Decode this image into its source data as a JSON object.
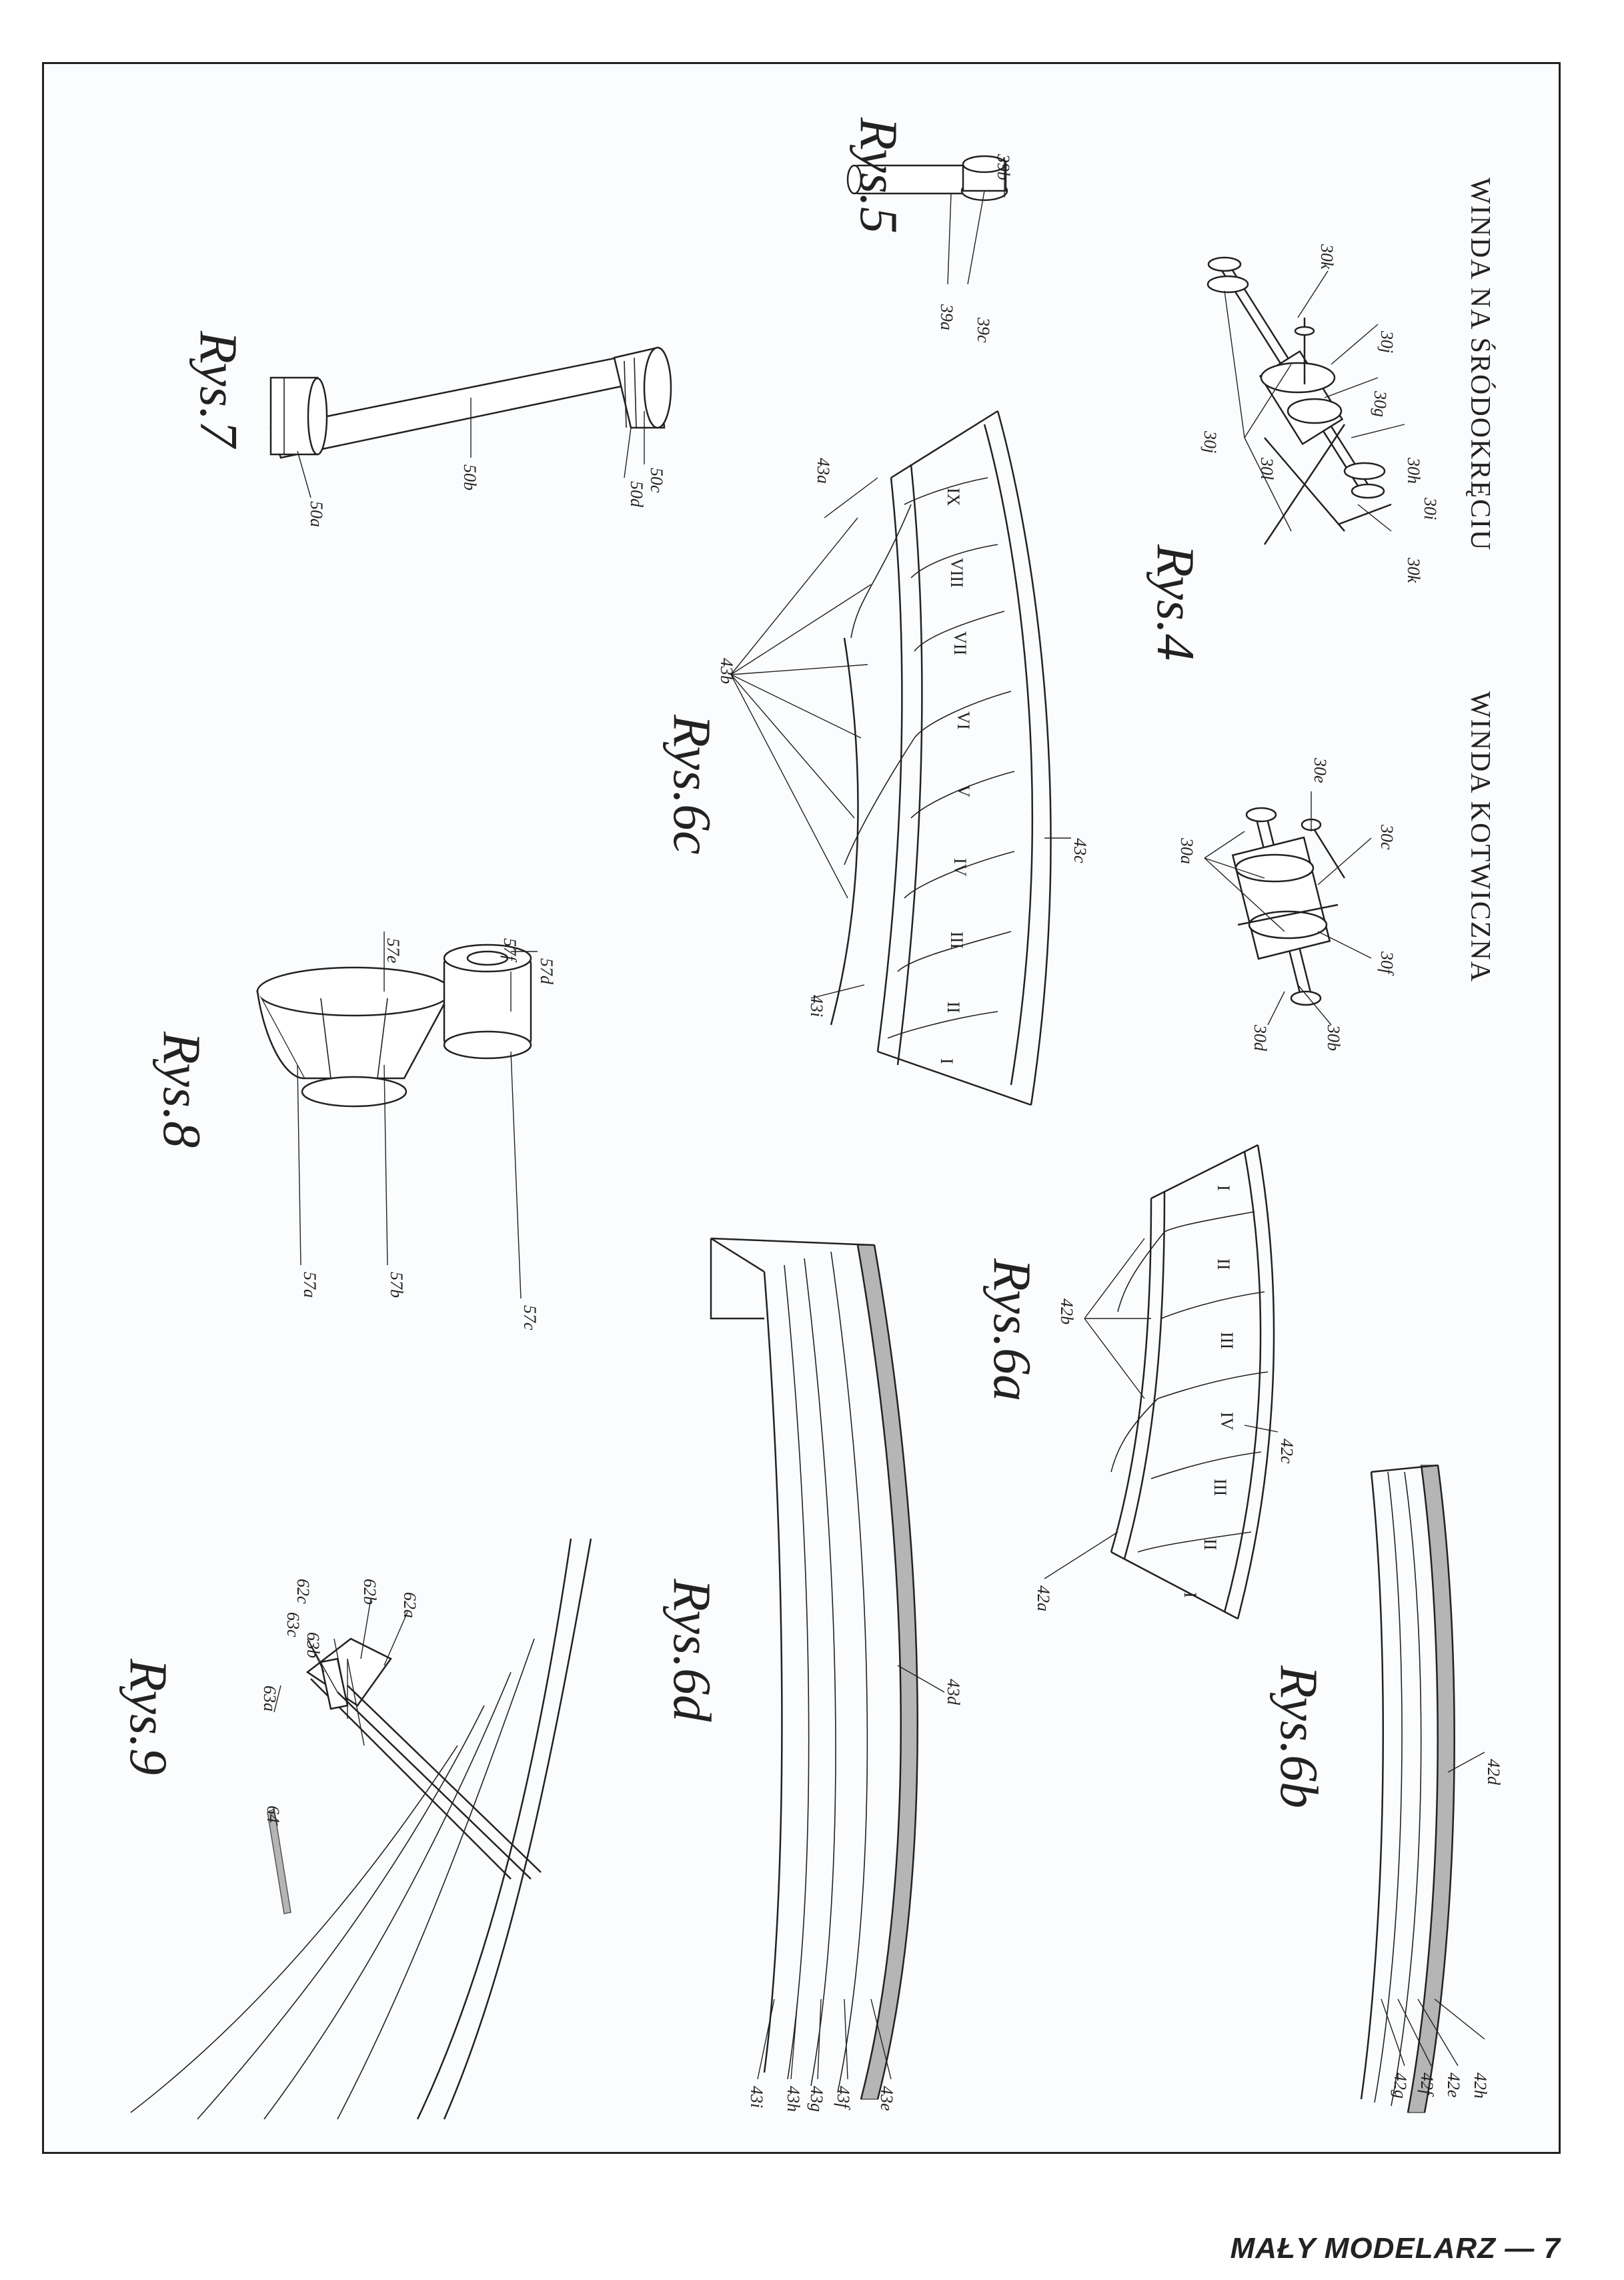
{
  "footer": {
    "magazine": "MAŁY MODELARZ",
    "page": "7"
  },
  "headings": {
    "winda_srodokrecie": "WINDA NA ŚRÓDOKRĘCIU",
    "winda_kotwiczna": "WINDA KOTWICZNA"
  },
  "figures": {
    "rys4": "Rys.4",
    "rys5": "Rys.5",
    "rys6a": "Rys.6a",
    "rys6b": "Rys.6b",
    "rys6c": "Rys.6c",
    "rys6d": "Rys.6d",
    "rys7": "Rys.7",
    "rys8": "Rys.8",
    "rys9": "Rys.9"
  },
  "labels": {
    "w1": [
      "30k",
      "30j",
      "30g",
      "30h",
      "30i",
      "30l",
      "30j",
      "30k"
    ],
    "w2": [
      "30e",
      "30c",
      "30a",
      "30f",
      "30d",
      "30b"
    ],
    "rys5": [
      "39b",
      "39c",
      "39a"
    ],
    "rys7": [
      "50a",
      "50b",
      "50c",
      "50d"
    ],
    "rys6c": [
      "43a",
      "43b",
      "43c",
      "43i"
    ],
    "rys6a": [
      "42b",
      "42c",
      "42a"
    ],
    "rys6b": [
      "42d",
      "42h",
      "42e",
      "42f",
      "42g"
    ],
    "rys6d": [
      "43d",
      "43e",
      "43f",
      "43g",
      "43h",
      "43i"
    ],
    "rys8": [
      "57d",
      "57f",
      "57e",
      "57b",
      "57a",
      "57c"
    ],
    "rys9": [
      "62b",
      "62a",
      "62c",
      "63c",
      "63b",
      "63a",
      "64"
    ]
  },
  "roman": {
    "rys6c": [
      "IX",
      "VIII",
      "VII",
      "VI",
      "V",
      "IV",
      "III",
      "II",
      "I"
    ],
    "rys6a": [
      "I",
      "II",
      "III",
      "IV",
      "III",
      "II",
      "I"
    ]
  },
  "colors": {
    "ink": "#222222",
    "ghost": "#b9c3cc",
    "shade": "#b0b0b0",
    "paper": "#fbfcfd"
  }
}
